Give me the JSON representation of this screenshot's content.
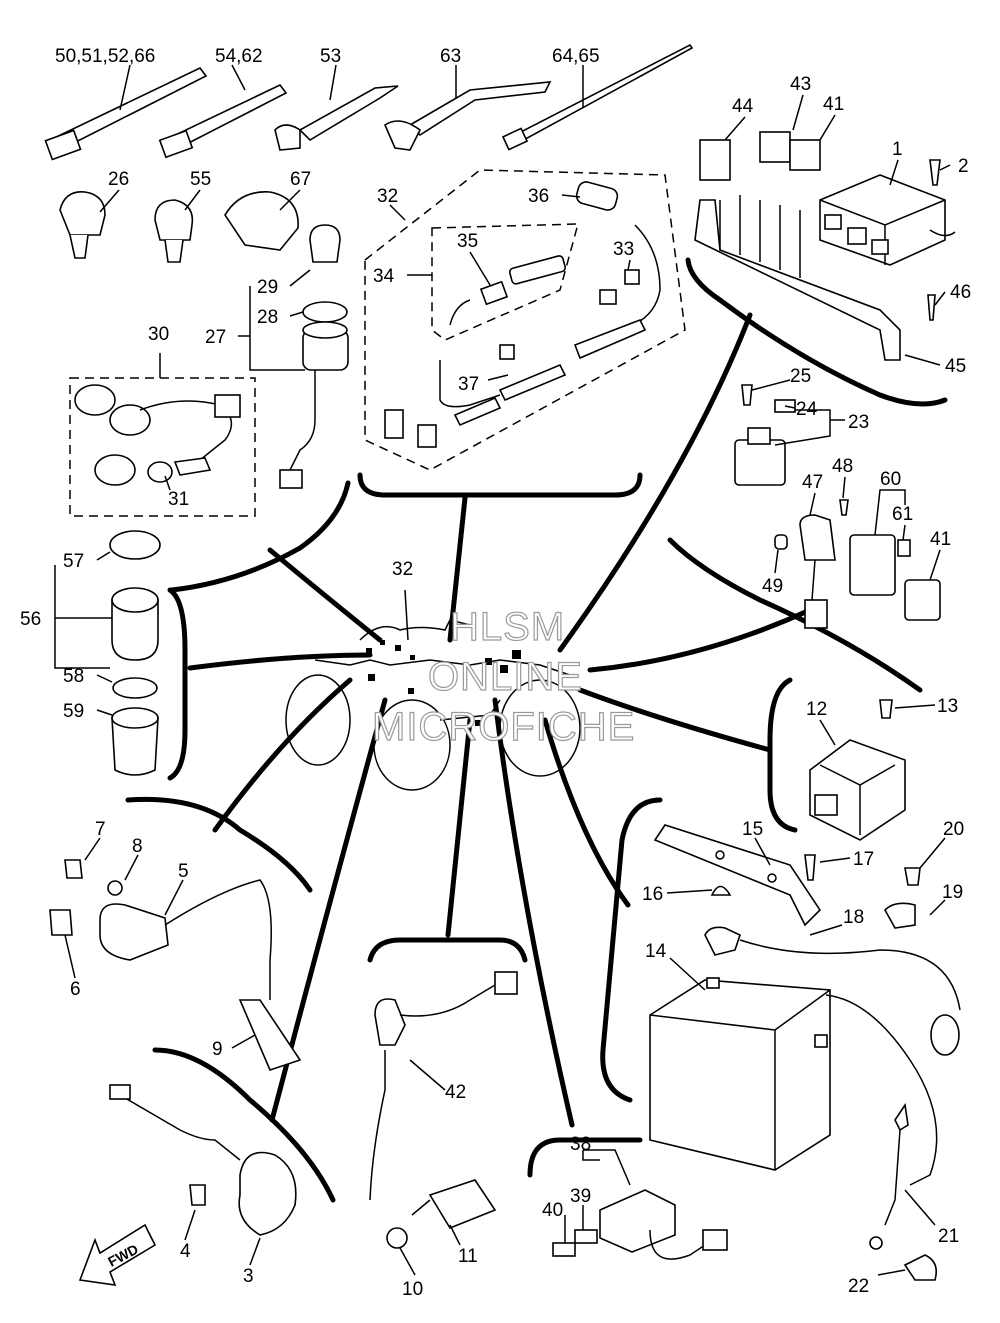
{
  "watermark": [
    "HLSM",
    "ONLINE",
    "MICROFICHE"
  ],
  "fwd_label": "FWD",
  "callouts": [
    "50,51,52,66",
    "54,62",
    "53",
    "63",
    "64,65",
    "44",
    "43",
    "41",
    "1",
    "2",
    "26",
    "55",
    "67",
    "32",
    "36",
    "35",
    "34",
    "33",
    "46",
    "45",
    "29",
    "28",
    "27",
    "30",
    "31",
    "37",
    "25",
    "24",
    "23",
    "48",
    "47",
    "60",
    "61",
    "41",
    "49",
    "57",
    "32",
    "56",
    "58",
    "59",
    "12",
    "13",
    "7",
    "8",
    "5",
    "6",
    "15",
    "17",
    "20",
    "16",
    "19",
    "18",
    "14",
    "9",
    "42",
    "38",
    "39",
    "40",
    "4",
    "3",
    "11",
    "10",
    "21",
    "22"
  ]
}
